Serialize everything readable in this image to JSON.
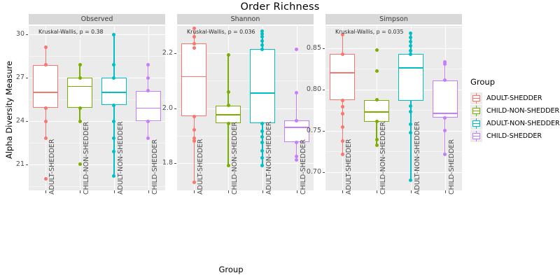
{
  "chart_data": {
    "type": "boxplot",
    "title": "Order Richness",
    "xlabel": "Group",
    "ylabel": "Alpha Diversity Measure",
    "grid": true,
    "legend_position": "right",
    "legend_title": "Group",
    "categories": [
      "ADULT-SHEDDER",
      "CHILD-NON-SHEDDER",
      "ADULT-NON-SHEDDER",
      "CHILD-SHEDDER"
    ],
    "colors": {
      "ADULT-SHEDDER": "#F8766D",
      "CHILD-NON-SHEDDER": "#7CAE00",
      "ADULT-NON-SHEDDER": "#00BFC4",
      "CHILD-SHEDDER": "#C77CFF"
    },
    "panels": [
      {
        "name": "Observed",
        "annotation": "Kruskal-Wallis, p = 0.38",
        "p_value": 0.38,
        "ylim": [
          19.2,
          30.6
        ],
        "yticks": [
          21,
          24,
          27,
          30
        ],
        "ytick_labels": [
          "21",
          "24",
          "27",
          "30"
        ],
        "boxes": [
          {
            "group": "ADULT-SHEDDER",
            "lower_whisker": 22.8,
            "q1": 24.9,
            "median": 26.0,
            "q3": 27.9,
            "upper_whisker": 29.1,
            "points": [
              29.1,
              27.9,
              24.9,
              24.0,
              22.8,
              20.0
            ]
          },
          {
            "group": "CHILD-NON-SHEDDER",
            "lower_whisker": 24.0,
            "q1": 24.9,
            "median": 26.4,
            "q3": 27.0,
            "upper_whisker": 27.9,
            "points": [
              27.9,
              27.0,
              24.9,
              24.0,
              21.0
            ]
          },
          {
            "group": "ADULT-NON-SHEDDER",
            "lower_whisker": 20.2,
            "q1": 25.1,
            "median": 26.0,
            "q3": 27.0,
            "upper_whisker": 30.0,
            "points": [
              30.0,
              27.9,
              27.0,
              25.1,
              24.0,
              22.8,
              21.9,
              20.2
            ]
          },
          {
            "group": "CHILD-SHEDDER",
            "lower_whisker": 22.8,
            "q1": 24.0,
            "median": 24.9,
            "q3": 26.1,
            "upper_whisker": 27.9,
            "points": [
              27.9,
              27.0,
              26.1,
              24.0,
              22.8
            ]
          }
        ]
      },
      {
        "name": "Shannon",
        "annotation": "Kruskal-Wallis, p = 0.036",
        "p_value": 0.036,
        "ylim": [
          1.7,
          2.3
        ],
        "yticks": [
          1.8,
          2.0,
          2.2
        ],
        "ytick_labels": [
          "1.8",
          "2.0",
          "2.2"
        ],
        "boxes": [
          {
            "group": "ADULT-SHEDDER",
            "lower_whisker": 1.73,
            "q1": 1.97,
            "median": 2.115,
            "q3": 2.235,
            "upper_whisker": 2.29,
            "points": [
              2.29,
              2.26,
              2.235,
              2.22,
              1.97,
              1.92,
              1.89,
              1.88,
              1.73
            ]
          },
          {
            "group": "CHILD-NON-SHEDDER",
            "lower_whisker": 1.79,
            "q1": 1.945,
            "median": 1.975,
            "q3": 2.01,
            "upper_whisker": 2.195,
            "points": [
              2.195,
              2.06,
              2.01,
              1.945,
              1.79
            ]
          },
          {
            "group": "ADULT-NON-SHEDDER",
            "lower_whisker": 1.79,
            "q1": 1.945,
            "median": 2.055,
            "q3": 2.215,
            "upper_whisker": 2.28,
            "points": [
              2.28,
              2.27,
              2.26,
              2.245,
              2.23,
              2.215,
              1.945,
              1.915,
              1.895,
              1.875,
              1.845,
              1.82,
              1.79
            ]
          },
          {
            "group": "CHILD-SHEDDER",
            "lower_whisker": 1.81,
            "q1": 1.875,
            "median": 1.93,
            "q3": 1.955,
            "upper_whisker": 2.055,
            "points": [
              2.215,
              2.055,
              1.955,
              1.875,
              1.825,
              1.81
            ]
          }
        ]
      },
      {
        "name": "Simpson",
        "annotation": "Kruskal-Wallis, p = 0.035",
        "p_value": 0.035,
        "ylim": [
          0.678,
          0.877
        ],
        "yticks": [
          0.7,
          0.75,
          0.8,
          0.85
        ],
        "ytick_labels": [
          "0.70",
          "0.75",
          "0.80",
          "0.85"
        ],
        "boxes": [
          {
            "group": "ADULT-SHEDDER",
            "lower_whisker": 0.722,
            "q1": 0.787,
            "median": 0.82,
            "q3": 0.843,
            "upper_whisker": 0.866,
            "points": [
              0.866,
              0.843,
              0.787,
              0.779,
              0.771,
              0.755,
              0.738,
              0.722
            ]
          },
          {
            "group": "CHILD-NON-SHEDDER",
            "lower_whisker": 0.733,
            "q1": 0.761,
            "median": 0.773,
            "q3": 0.787,
            "upper_whisker": 0.788,
            "points": [
              0.848,
              0.822,
              0.788,
              0.761,
              0.739,
              0.733
            ]
          },
          {
            "group": "ADULT-NON-SHEDDER",
            "lower_whisker": 0.69,
            "q1": 0.786,
            "median": 0.826,
            "q3": 0.843,
            "upper_whisker": 0.868,
            "points": [
              0.868,
              0.863,
              0.858,
              0.853,
              0.847,
              0.843,
              0.78,
              0.773,
              0.758,
              0.748,
              0.69
            ]
          },
          {
            "group": "CHILD-SHEDDER",
            "lower_whisker": 0.722,
            "q1": 0.766,
            "median": 0.771,
            "q3": 0.811,
            "upper_whisker": 0.833,
            "points": [
              0.833,
              0.831,
              0.811,
              0.766,
              0.75,
              0.722
            ]
          }
        ]
      }
    ]
  }
}
